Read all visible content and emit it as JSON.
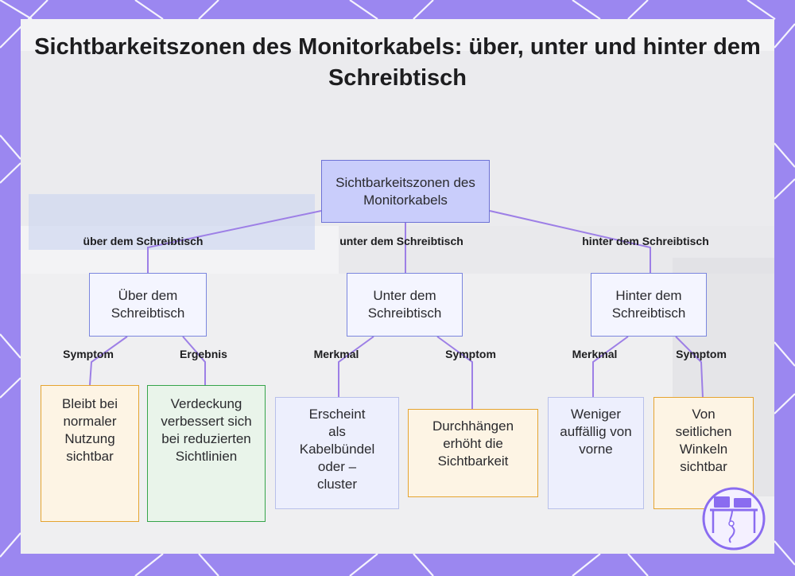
{
  "title": "Sichtbarkeitszonen des Monitorkabels: über, unter und hinter dem Schreibtisch",
  "root": "Sichtbarkeitszonen des Monitorkabels",
  "branches": [
    {
      "edge": "über dem Schreibtisch",
      "node": "Über dem Schreibtisch",
      "children": [
        {
          "edge": "Symptom",
          "text": "Bleibt bei normaler Nutzung sichtbar"
        },
        {
          "edge": "Ergebnis",
          "text": "Verdeckung verbessert sich bei reduzierten Sichtlinien"
        }
      ]
    },
    {
      "edge": "unter dem Schreibtisch",
      "node": "Unter dem Schreibtisch",
      "children": [
        {
          "edge": "Merkmal",
          "text": "Erscheint als Kabelbündel oder – cluster"
        },
        {
          "edge": "Symptom",
          "text": "Durchhängen erhöht die Sichtbarkeit"
        }
      ]
    },
    {
      "edge": "hinter dem Schreibtisch",
      "node": "Hinter dem Schreibtisch",
      "children": [
        {
          "edge": "Merkmal",
          "text": "Weniger auffällig von vorne"
        },
        {
          "edge": "Symptom",
          "text": "Von seitlichen Winkeln sichtbar"
        }
      ]
    }
  ],
  "colors": {
    "frame": "#9b87f0",
    "root_fill": "#c9cdfb",
    "connector": "#9d7fe6",
    "symptom_border": "#e5a430",
    "result_border": "#35a44a",
    "feature_border": "#b8c0ea"
  },
  "icons": [
    "desk-setup-logo-icon"
  ]
}
